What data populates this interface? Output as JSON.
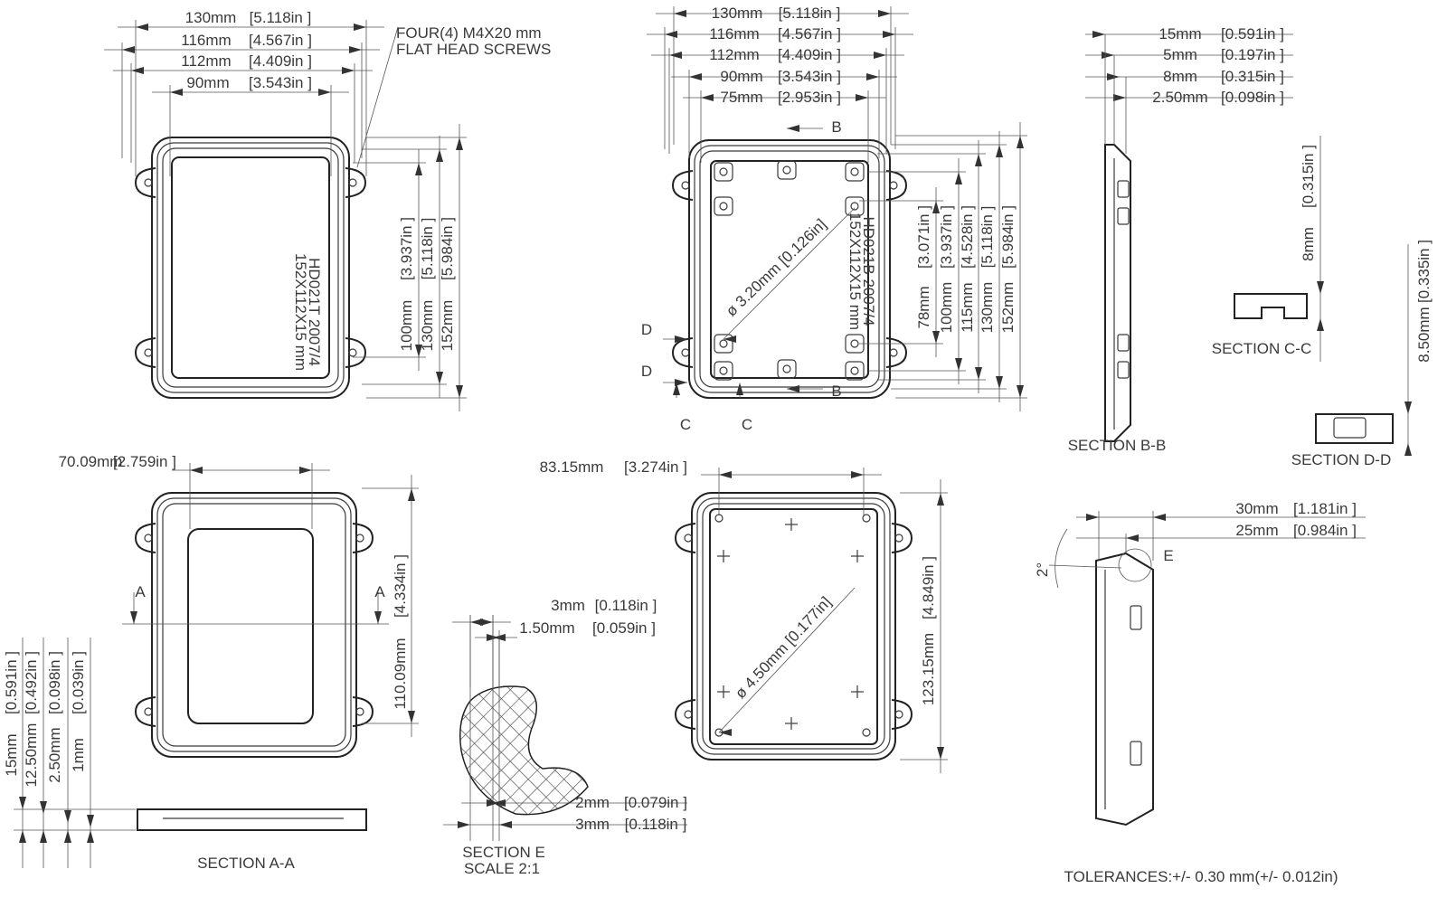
{
  "top_left_view": {
    "horizontal_dims": [
      {
        "mm": "130mm",
        "in": "[5.118in ]"
      },
      {
        "mm": "116mm",
        "in": "[4.567in ]"
      },
      {
        "mm": "112mm",
        "in": "[4.409in ]"
      },
      {
        "mm": "90mm",
        "in": "[3.543in ]"
      }
    ],
    "vertical_dims": [
      {
        "mm": "100mm",
        "in": "[3.937in ]"
      },
      {
        "mm": "130mm",
        "in": "[5.118in ]"
      },
      {
        "mm": "152mm",
        "in": "[5.984in ]"
      }
    ],
    "note_line1": "FOUR(4) M4X20 mm",
    "note_line2": "FLAT HEAD SCREWS",
    "part_code": "HD021T 2007/4",
    "part_size": "152X112X15 mm"
  },
  "top_center_view": {
    "horizontal_dims": [
      {
        "mm": "130mm",
        "in": "[5.118in ]"
      },
      {
        "mm": "116mm",
        "in": "[4.567in ]"
      },
      {
        "mm": "112mm",
        "in": "[4.409in ]"
      },
      {
        "mm": "90mm",
        "in": "[3.543in ]"
      },
      {
        "mm": "75mm",
        "in": "[2.953in ]"
      }
    ],
    "vertical_dims": [
      {
        "mm": "78mm",
        "in": "[3.071in ]"
      },
      {
        "mm": "100mm",
        "in": "[3.937in ]"
      },
      {
        "mm": "115mm",
        "in": "[4.528in ]"
      },
      {
        "mm": "130mm",
        "in": "[5.118in ]"
      },
      {
        "mm": "152mm",
        "in": "[5.984in ]"
      }
    ],
    "diameter": "ø 3.20mm   [0.126in]",
    "part_code": "HD021B 2007/4",
    "part_size": "152X112X15 mm",
    "section_markers": {
      "b": "B",
      "c": "C",
      "d": "D"
    }
  },
  "section_bb": {
    "dims": [
      {
        "mm": "15mm",
        "in": "[0.591in ]"
      },
      {
        "mm": "5mm",
        "in": "[0.197in ]"
      },
      {
        "mm": "8mm",
        "in": "[0.315in ]"
      },
      {
        "mm": "2.50mm",
        "in": "[0.098in ]"
      }
    ],
    "label": "SECTION B-B"
  },
  "section_cc": {
    "dim": {
      "mm": "8mm",
      "in": "[0.315in ]"
    },
    "label": "SECTION C-C"
  },
  "section_dd": {
    "dim": {
      "mm": "8.50mm",
      "in": "[0.335in ]"
    },
    "label": "SECTION D-D"
  },
  "bottom_left_view": {
    "width_dim": {
      "mm": "70.09mm",
      "in": "[2.759in ]"
    },
    "height_dim": {
      "mm": "110.09mm",
      "in": "[4.334in ]"
    },
    "section_marker": "A"
  },
  "section_aa": {
    "dims": [
      {
        "mm": "15mm",
        "in": "[0.591in ]"
      },
      {
        "mm": "12.50mm",
        "in": "[0.492in ]"
      },
      {
        "mm": "2.50mm",
        "in": "[0.098in ]"
      },
      {
        "mm": "1mm",
        "in": "[0.039in ]"
      }
    ],
    "label": "SECTION A-A"
  },
  "section_e": {
    "dims": [
      {
        "mm": "3mm",
        "in": "[0.118in ]"
      },
      {
        "mm": "1.50mm",
        "in": "[0.059in ]"
      },
      {
        "mm": "2mm",
        "in": "[0.079in ]"
      },
      {
        "mm": "3mm",
        "in": "[0.118in ]"
      }
    ],
    "label": "SECTION E",
    "scale": "SCALE 2:1"
  },
  "bottom_center_view": {
    "width_dim": {
      "mm": "83.15mm",
      "in": "[3.274in ]"
    },
    "height_dim": {
      "mm": "123.15mm",
      "in": "[4.849in ]"
    },
    "diameter": "ø 4.50mm   [0.177in]"
  },
  "side_view": {
    "dims": [
      {
        "mm": "30mm",
        "in": "[1.181in ]"
      },
      {
        "mm": "25mm",
        "in": "[0.984in ]"
      }
    ],
    "angle": "2°",
    "detail_marker": "E"
  },
  "tolerances": "TOLERANCES:+/- 0.30 mm(+/- 0.012in)"
}
